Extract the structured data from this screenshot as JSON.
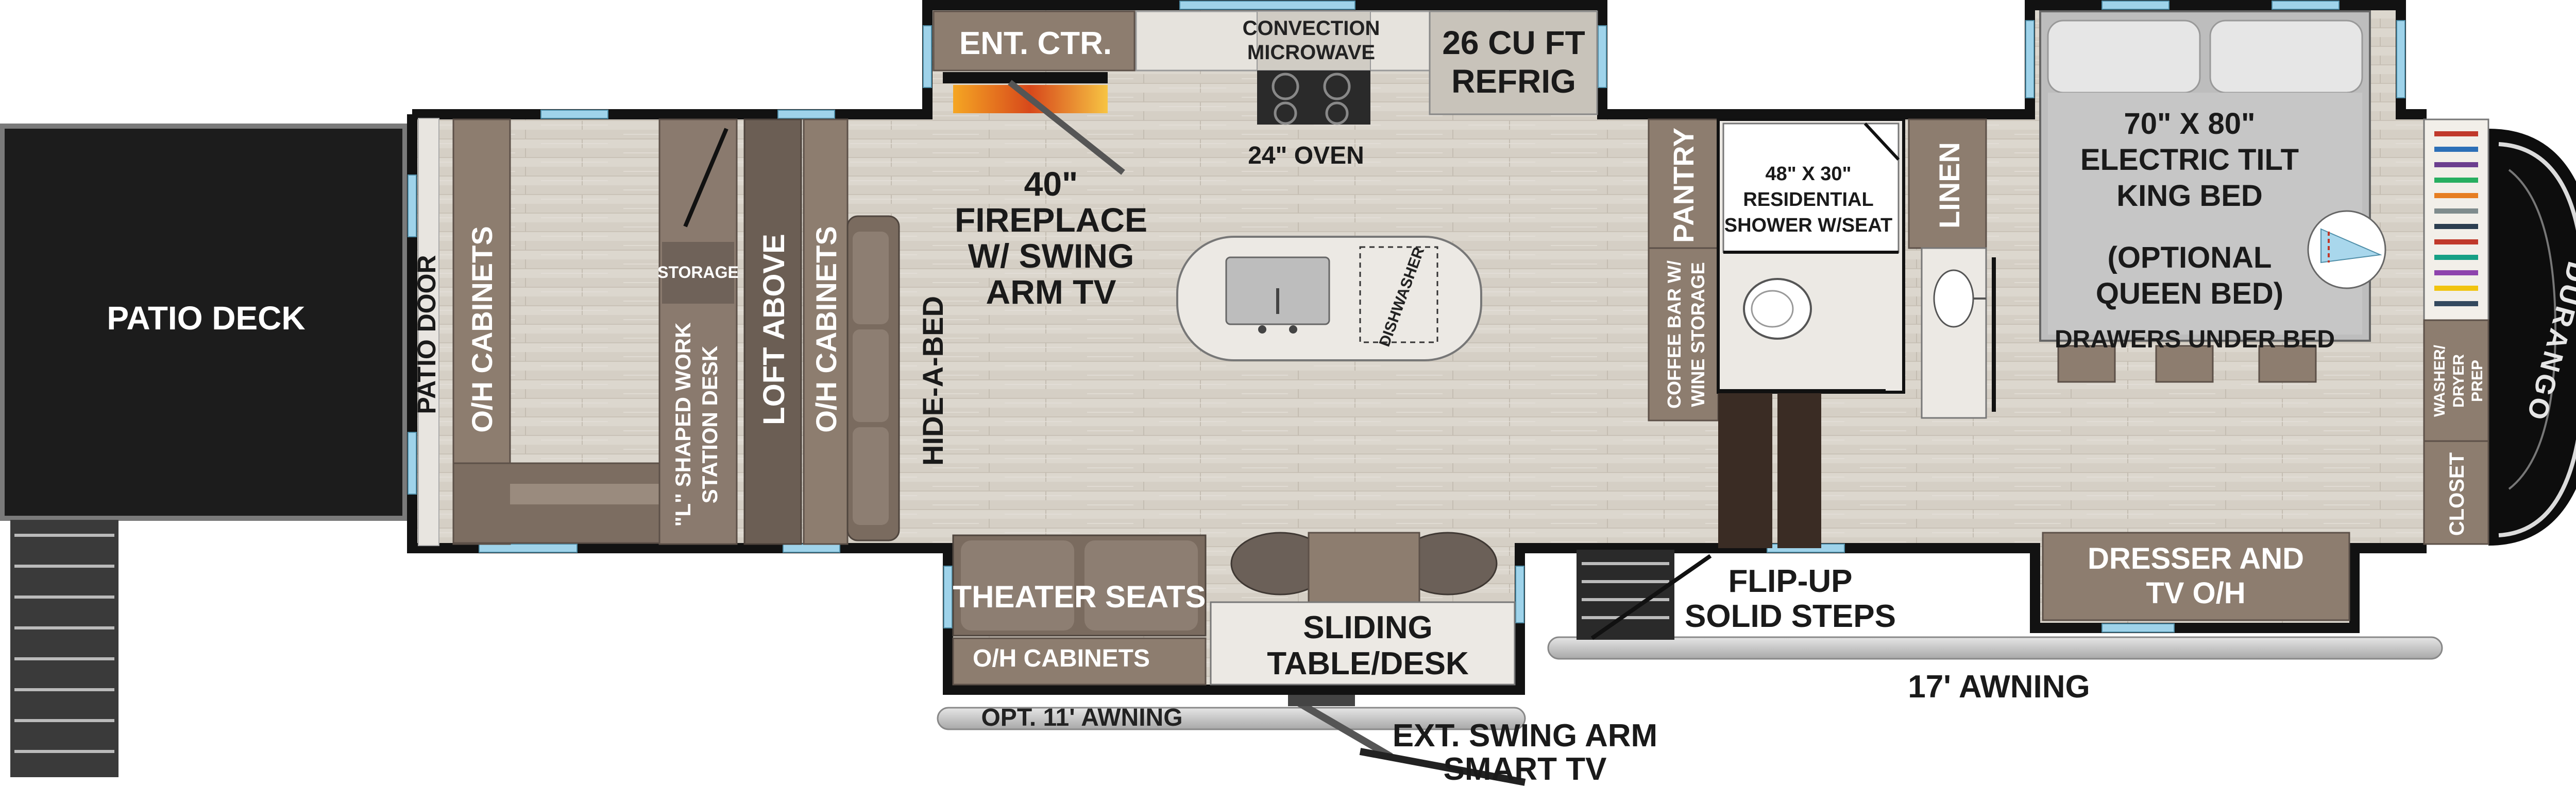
{
  "labels": {
    "patio_deck": "PATIO DECK",
    "patio_door": "PATIO DOOR",
    "oh_cabinets_rear": "O/H CABINETS",
    "storage": "STORAGE",
    "l_desk": "\"L\" SHAPED WORK STATION DESK",
    "loft_above": "LOFT ABOVE",
    "oh_cabinets_loft": "O/H CABINETS",
    "hide_a_bed": "HIDE-A-BED",
    "ent_ctr": "ENT. CTR.",
    "convection_microwave": "CONVECTION MICROWAVE",
    "refrig": "26 CU FT REFRIG",
    "oven": "24\" OVEN",
    "fireplace": "40\" FIREPLACE W/ SWING ARM TV",
    "dishwasher": "DISHWASHER",
    "pantry": "PANTRY",
    "coffee_bar": "COFFEE BAR W/ WINE STORAGE",
    "shower": "48\" X 30\" RESIDENTIAL SHOWER W/SEAT",
    "linen": "LINEN",
    "king_bed": "70\" X 80\" ELECTRIC TILT KING BED",
    "queen_bed": "(OPTIONAL QUEEN BED)",
    "drawers": "DRAWERS UNDER BED",
    "washer_dryer": "WASHER/ DRYER PREP",
    "closet": "CLOSET",
    "dresser": "DRESSER AND TV O/H",
    "theater_seats": "THEATER SEATS",
    "oh_cabinets_slide": "O/H CABINETS",
    "sliding_table": "SLIDING TABLE/DESK",
    "flip_up_steps": "FLIP-UP SOLID STEPS",
    "awning_17": "17' AWNING",
    "awning_11": "OPT. 11' AWNING",
    "swing_tv": "EXT. SWING ARM SMART TV",
    "brand_logo": "DURANGO"
  },
  "colors": {
    "floor": "#d9d4cb",
    "wall": "#121212",
    "cabinet": "#8d7d6f",
    "dark_cabinet": "#6b5e54",
    "counter": "#e6e3dd",
    "window": "#9fd3ea",
    "deck": "#1c1c1c",
    "bed": "#b9b9b9",
    "awning": "#bdbdbd"
  }
}
